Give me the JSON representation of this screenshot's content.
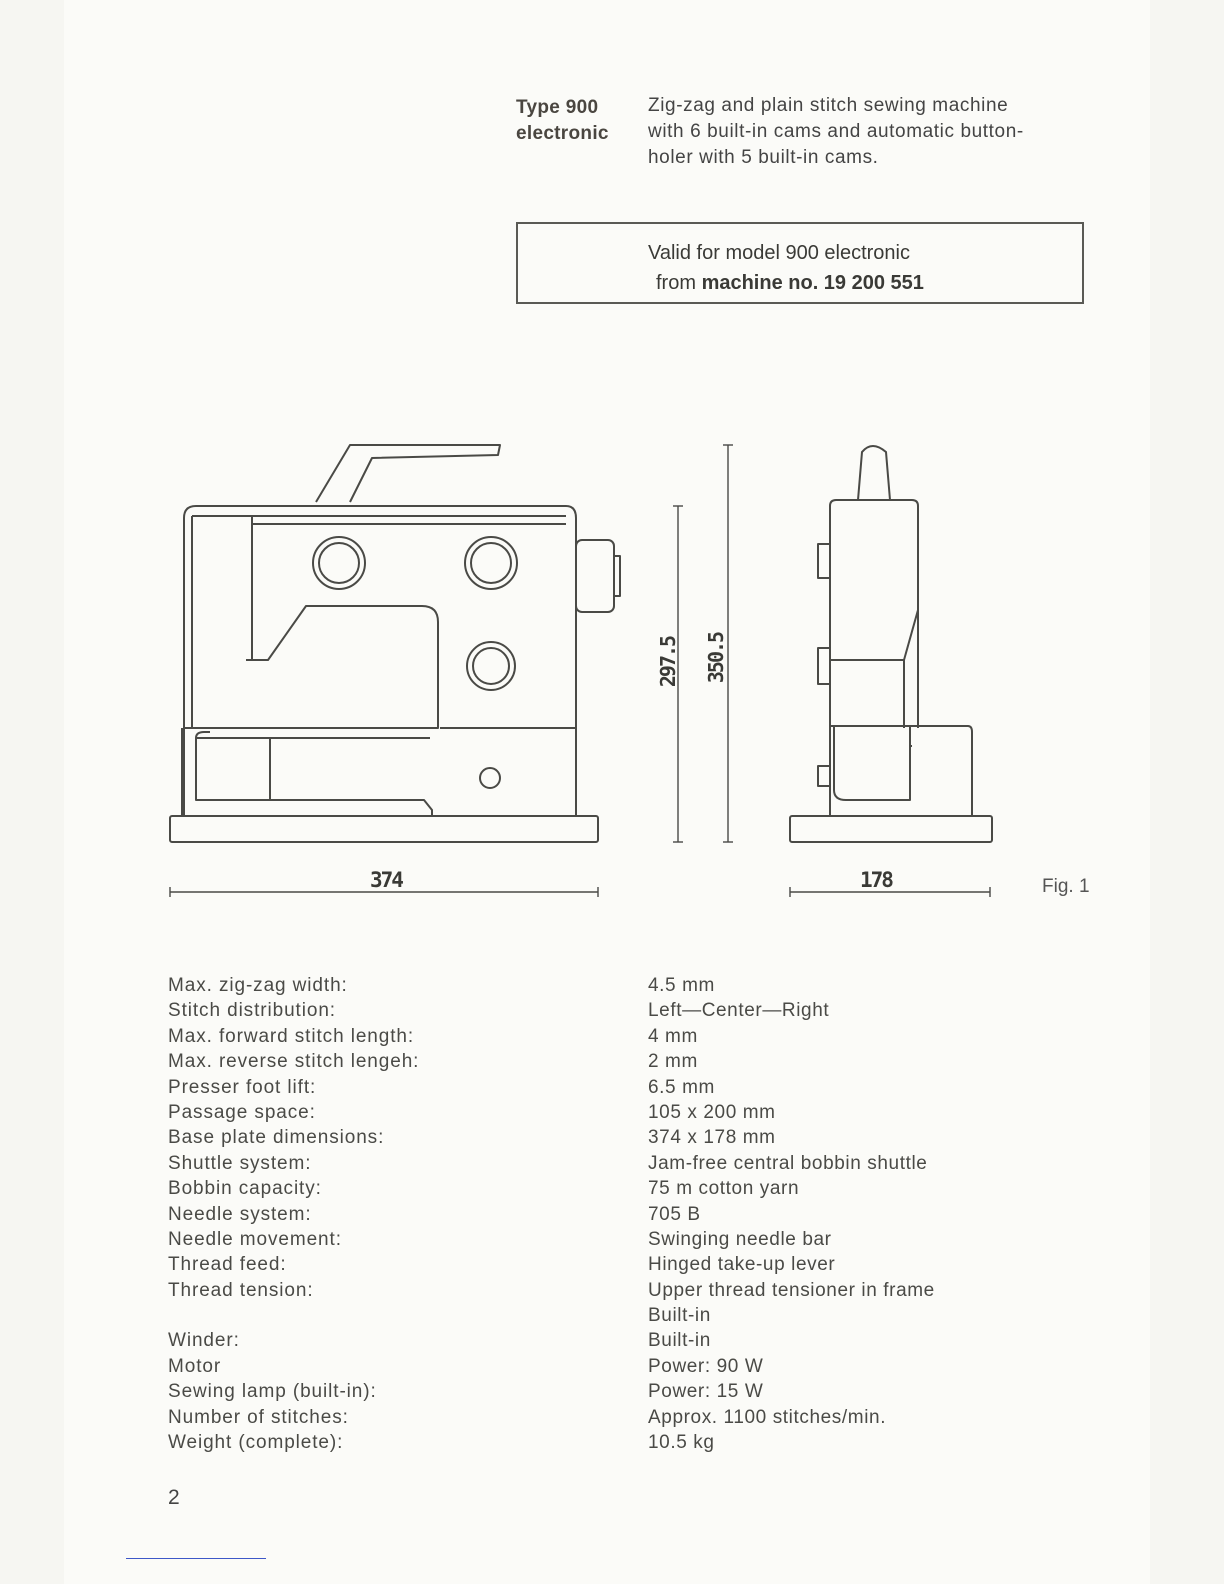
{
  "header": {
    "type_line1": "Type 900",
    "type_line2": "electronic",
    "desc_lines": [
      "Zig-zag and plain stitch sewing machine",
      "with 6 built-in cams and automatic button-",
      "holer with 5 built-in cams."
    ]
  },
  "validity": {
    "line1": "Valid for model 900 electronic",
    "line2_prefix": "from ",
    "line2_bold": "machine no. 19 200 551"
  },
  "figure": {
    "label": "Fig. 1",
    "dim_width_front": "374",
    "dim_width_side": "178",
    "dim_height_arm": "297.5",
    "dim_height_total": "350.5"
  },
  "specs": [
    {
      "label": "Max. zig-zag width:",
      "value": "4.5 mm"
    },
    {
      "label": "Stitch distribution:",
      "value": "Left—Center—Right"
    },
    {
      "label": "Max. forward stitch length:",
      "value": "4 mm"
    },
    {
      "label": "Max. reverse stitch lengeh:",
      "value": "2 mm"
    },
    {
      "label": "Presser foot lift:",
      "value": "6.5 mm"
    },
    {
      "label": "Passage space:",
      "value": "105 x 200 mm"
    },
    {
      "label": "Base plate dimensions:",
      "value": "374 x 178 mm"
    },
    {
      "label": "Shuttle system:",
      "value": "Jam-free central bobbin shuttle"
    },
    {
      "label": "Bobbin capacity:",
      "value": "75 m cotton yarn"
    },
    {
      "label": "Needle system:",
      "value": "705 B"
    },
    {
      "label": "Needle movement:",
      "value": "Swinging needle bar"
    },
    {
      "label": "Thread feed:",
      "value": "Hinged take-up lever"
    },
    {
      "label": "Thread tension:",
      "value": "Upper thread tensioner in frame"
    },
    {
      "label": "",
      "value": "Built-in"
    },
    {
      "label": "Winder:",
      "value": "Built-in"
    },
    {
      "label": "Motor",
      "value": "Power: 90 W"
    },
    {
      "label": "Sewing lamp (built-in):",
      "value": "Power: 15 W"
    },
    {
      "label": "Number of stitches:",
      "value": "Approx. 1100 stitches/min."
    },
    {
      "label": "Weight (complete):",
      "value": "10.5 kg"
    }
  ],
  "page_number": "2"
}
